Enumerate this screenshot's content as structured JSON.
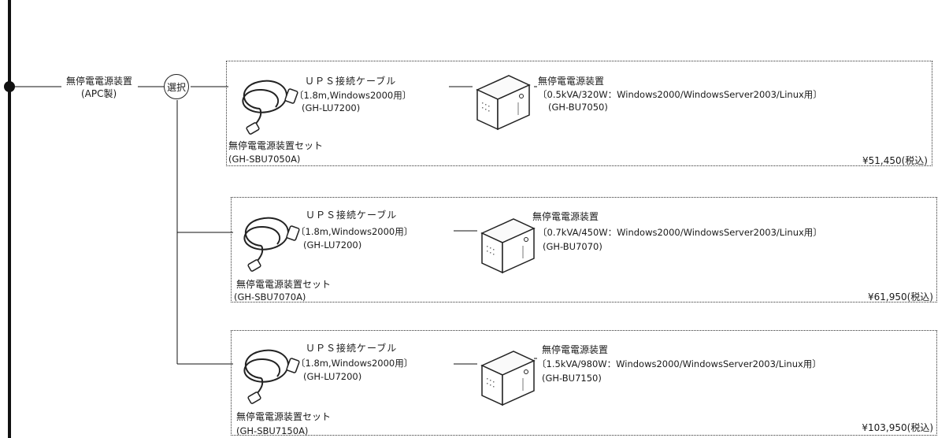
{
  "source": {
    "name": "無停電電源装置",
    "maker": "(APC製)"
  },
  "selector_label": "選択",
  "options": [
    {
      "cable_title": "ＵＰＳ接続ケーブル",
      "cable_spec": "〔1.8m,Windows2000用〕",
      "cable_model": "(GH-LU7200)",
      "ups_title": "無停電電源装置",
      "ups_spec": "〔0.5kVA/320W：Windows2000/WindowsServer2003/Linux用〕",
      "ups_model": "(GH-BU7050)",
      "set_name": "無停電電源装置セット",
      "set_model": "(GH-SBU7050A)",
      "price": "¥51,450(税込)"
    },
    {
      "cable_title": "ＵＰＳ接続ケーブル",
      "cable_spec": "〔1.8m,Windows2000用〕",
      "cable_model": "(GH-LU7200)",
      "ups_title": "無停電電源装置",
      "ups_spec": "〔0.7kVA/450W：Windows2000/WindowsServer2003/Linux用〕",
      "ups_model": "(GH-BU7070)",
      "set_name": "無停電電源装置セット",
      "set_model": "(GH-SBU7070A)",
      "price": "¥61,950(税込)"
    },
    {
      "cable_title": "ＵＰＳ接続ケーブル",
      "cable_spec": "〔1.8m,Windows2000用〕",
      "cable_model": "(GH-LU7200)",
      "ups_title": "無停電電源装置",
      "ups_spec": "〔1.5kVA/980W：Windows2000/WindowsServer2003/Linux用〕",
      "ups_model": "(GH-BU7150)",
      "set_name": "無停電電源装置セット",
      "set_model": "(GH-SBU7150A)",
      "price": "¥103,950(税込)"
    }
  ]
}
